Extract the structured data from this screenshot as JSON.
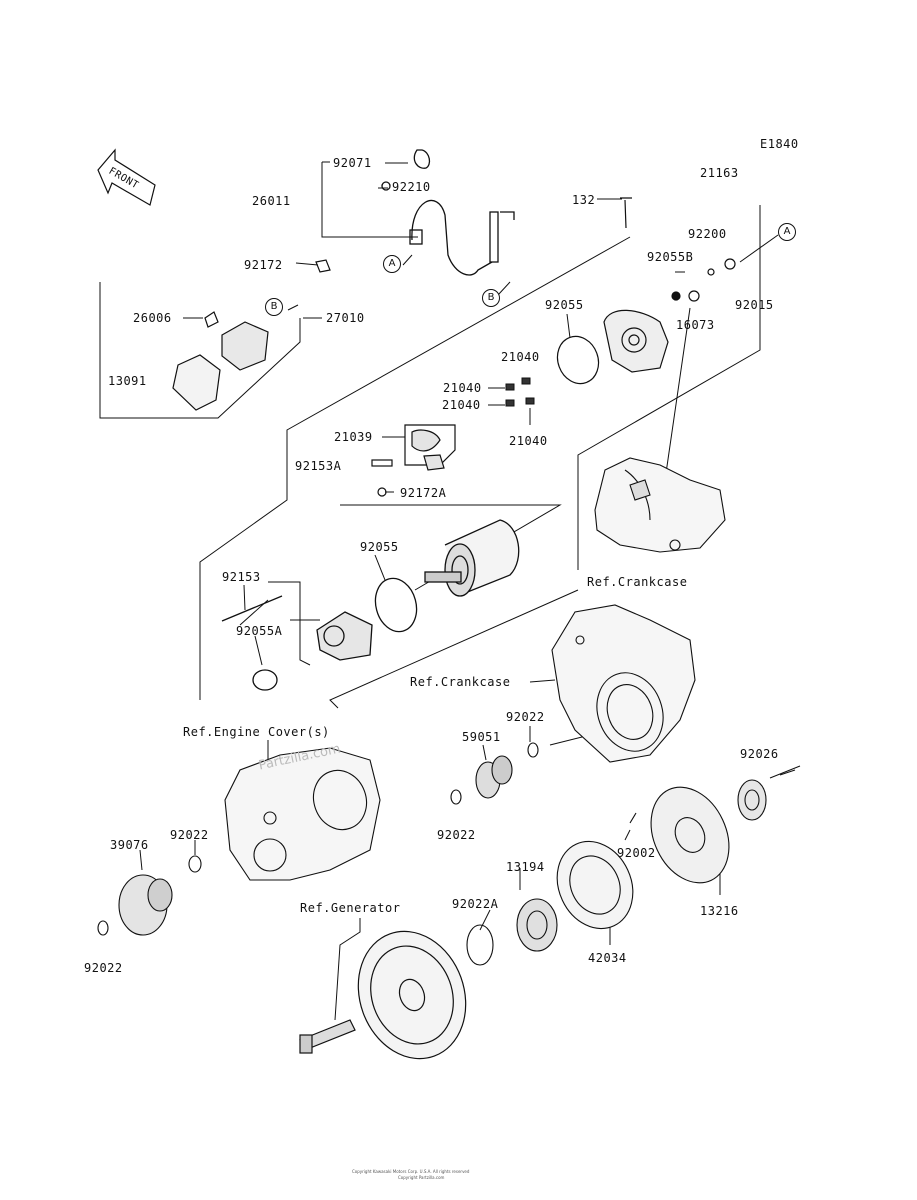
{
  "diagram": {
    "code": "E1840",
    "front": "FRONT"
  },
  "parts": [
    "92071",
    "92210",
    "26011",
    "21163",
    "132",
    "92200",
    "92055B",
    "92172",
    "92015",
    "92055",
    "26006",
    "27010",
    "16073",
    "21040",
    "13091",
    "21040",
    "21040",
    "21039",
    "21040",
    "92153A",
    "92172A",
    "92055",
    "92153",
    "92055A",
    "92022",
    "59051",
    "92026",
    "92022",
    "92022",
    "39076",
    "92002",
    "13194",
    "92022A",
    "13216",
    "42034",
    "92022"
  ],
  "refs": [
    "Ref.Crankcase",
    "Ref.Crankcase",
    "Ref.Engine Cover(s)",
    "Ref.Generator"
  ],
  "callouts": [
    "A",
    "B"
  ],
  "watermark": "Partzilla.com",
  "copyright": [
    "Copyright Kawasaki Motors Corp. U.S.A. All rights reserved",
    "Copyright Partzilla.com"
  ]
}
